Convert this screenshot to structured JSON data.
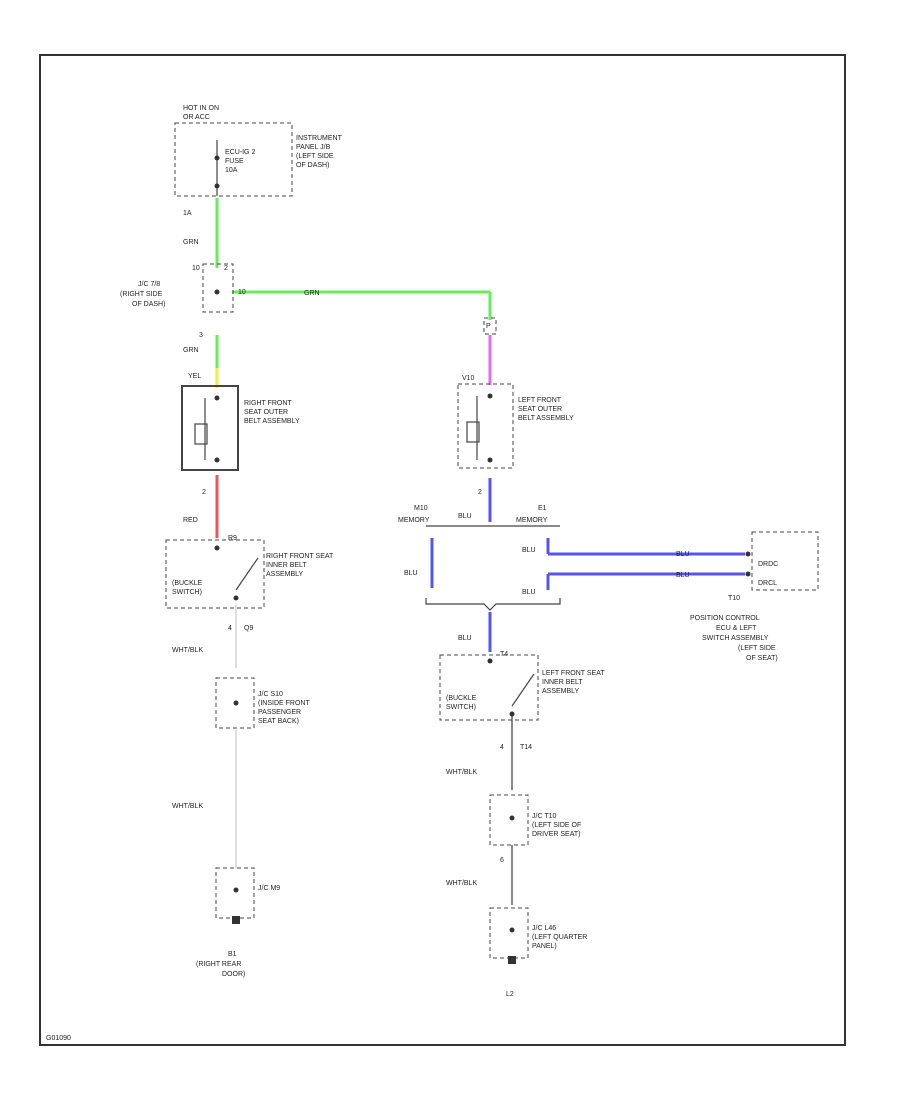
{
  "colors": {
    "green_wire": "#66ee55",
    "yellow_wire": "#eeee44",
    "red_wire": "#ee5555",
    "pink_wire": "#ee66ee",
    "blue_wire": "#5555ee",
    "black_wire": "#555555",
    "gray_wire": "#cfcfcf"
  },
  "labels": {
    "hot": "HOT IN ON",
    "hot2": "OR ACC",
    "fuse_line1": "ECU-IG 2",
    "fuse_line2": "FUSE",
    "fuse_line3": "10A",
    "panel_line1": "INSTRUMENT",
    "panel_line2": "PANEL J/B",
    "panel_line3": "(LEFT SIDE",
    "panel_line4": "OF DASH)",
    "pin_1a": "1A",
    "wire_grn_1": "GRN",
    "jc_line1": "J/C 7/8",
    "jc_line2": "(RIGHT SIDE",
    "jc_line3": "OF DASH)",
    "pin_10_a": "10",
    "pin_10_b": "10",
    "pin_2a": "2",
    "wire_grn_2": "GRN",
    "pin_3": "3",
    "wire_grn_3": "GRN",
    "wire_yel": "YEL",
    "rf_outer_line1": "RIGHT FRONT",
    "rf_outer_line2": "SEAT OUTER",
    "rf_outer_line3": "BELT ASSEMBLY",
    "pin_2b": "2",
    "wire_red": "RED",
    "pin_r9": "R9",
    "rf_inner_line1": "RIGHT FRONT SEAT",
    "rf_inner_line2": "INNER BELT",
    "rf_inner_line3": "ASSEMBLY",
    "buckle_r_line1": "(BUCKLE",
    "buckle_r_line2": "SWITCH)",
    "pin_4a": "4",
    "pin_q9": "Q9",
    "wire_whtblk_1": "WHT/BLK",
    "jc_s10_line1": "J/C S10",
    "jc_s10_line2": "(INSIDE FRONT",
    "jc_s10_line3": "PASSENGER",
    "jc_s10_line4": "SEAT BACK)",
    "wire_whtblk_2": "WHT/BLK",
    "jc_m9": "J/C M9",
    "ground_r_line1": "B1",
    "ground_r_line2": "(RIGHT REAR",
    "ground_r_line3": "DOOR)",
    "pin_p": "P",
    "pin_v10": "V10",
    "lf_outer_line1": "LEFT FRONT",
    "lf_outer_line2": "SEAT OUTER",
    "lf_outer_line3": "BELT ASSEMBLY",
    "pin_2c": "2",
    "pin_m10": "M10",
    "memory_l": "MEMORY",
    "pin_e1": "E1",
    "memory_r": "MEMORY",
    "wire_blu_1": "BLU",
    "wire_blu_2": "BLU",
    "wire_blu_3": "BLU",
    "wire_blu_4": "BLU",
    "wire_blu_5": "BLU",
    "wire_blu_6": "BLU",
    "wire_blu_7": "BLU",
    "drdc": "DRDC",
    "drcl": "DRCL",
    "pin_t10": "T10",
    "pos_line1": "POSITION CONTROL",
    "pos_line2": "ECU & LEFT",
    "pos_line3": "SWITCH ASSEMBLY",
    "pos_line4": "(LEFT SIDE",
    "pos_line5": "OF SEAT)",
    "pin_t4": "T4",
    "lf_inner_line1": "LEFT FRONT SEAT",
    "lf_inner_line2": "INNER BELT",
    "lf_inner_line3": "ASSEMBLY",
    "buckle_l_line1": "(BUCKLE",
    "buckle_l_line2": "SWITCH)",
    "pin_4b": "4",
    "pin_t14": "T14",
    "wire_whtblk_3": "WHT/BLK",
    "jc_t10_line1": "J/C T10",
    "jc_t10_line2": "(LEFT SIDE OF",
    "jc_t10_line3": "DRIVER SEAT)",
    "pin_6": "6",
    "wire_whtblk_4": "WHT/BLK",
    "jc_l46_line1": "J/C L46",
    "jc_l46_line2": "(LEFT QUARTER",
    "jc_l46_line3": "PANEL)",
    "ground_l": "L2",
    "footer_code": "G01090"
  }
}
